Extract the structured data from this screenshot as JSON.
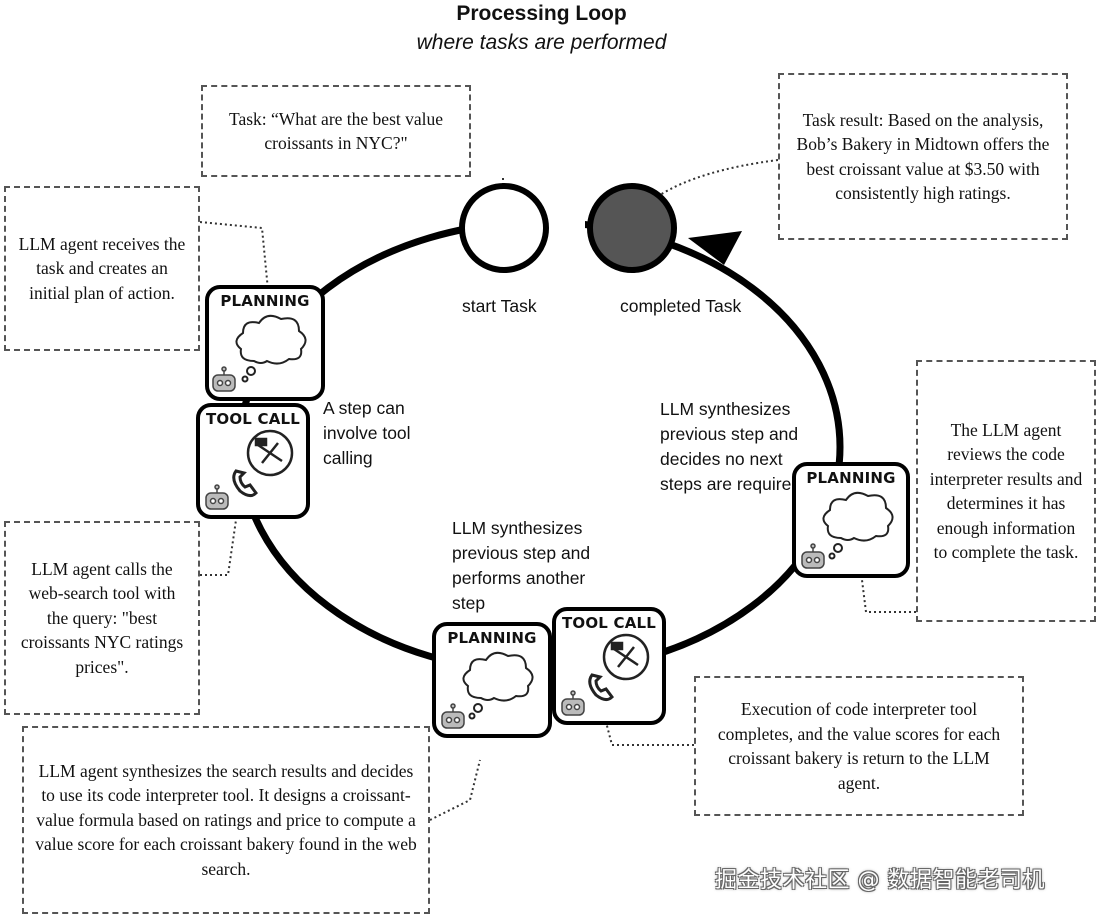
{
  "header": {
    "title": "Processing Loop",
    "subtitle": "where tasks are performed"
  },
  "states": {
    "start": "start Task",
    "completed": "completed Task"
  },
  "notes": {
    "task": "Task: “What are the best value croissants in NYC?\"",
    "result": "Task result: Based on the analysis, Bob’s Bakery in Midtown offers the best croissant value at $3.50 with consistently high ratings.",
    "receive": "LLM agent receives the task and creates an initial plan of action.",
    "websearch": "LLM agent calls the web-search tool with the query: \"best croissants NYC ratings prices\".",
    "interpreter_plan": "LLM agent synthesizes the search results and decides to use its code interpreter tool. It designs a croissant-value formula based on ratings and price to compute a value score for each croissant bakery found in the web search.",
    "exec_result": "Execution of code interpreter tool completes, and the value scores for each croissant bakery is return to the LLM agent.",
    "review": "The LLM agent reviews the code interpreter results and determines it has enough information to complete the task."
  },
  "labels": {
    "step_tool": "A step  can involve tool calling",
    "synth_another": "LLM synthesizes previous step and performs another step",
    "synth_none": "LLM synthesizes previous step and decides no next steps are required"
  },
  "steps": {
    "planning": "PLANNING",
    "tool_call": "TOOL CALL"
  },
  "icons": [
    "thought-cloud-icon",
    "robot-icon",
    "tools-icon",
    "phone-icon"
  ],
  "watermark": "掘金技术社区 @ 数据智能老司机"
}
